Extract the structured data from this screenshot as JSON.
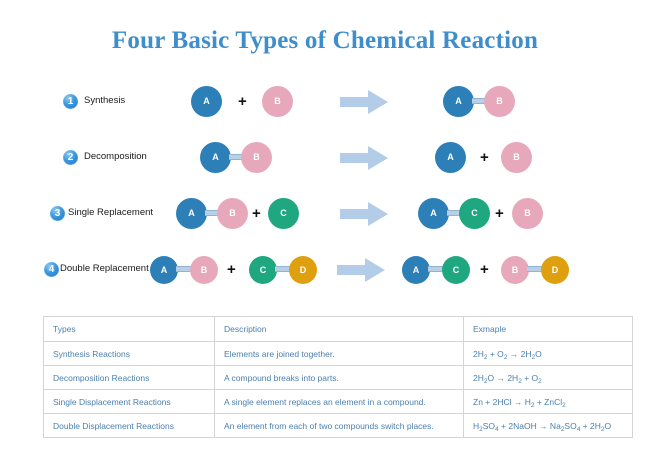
{
  "title": "Four Basic Types of Chemical Reaction",
  "colors": {
    "title": "#3e8ecc",
    "atom_a": "#2d7fb8",
    "atom_b": "#e8a8bb",
    "atom_c": "#1fa880",
    "atom_d": "#dfa010",
    "arrow": "#b3cde8",
    "bond": "#b9cfe3",
    "table_text": "#4a7fad",
    "table_border": "#d4d4d4",
    "badge": "#1b75c4"
  },
  "rows": [
    {
      "number": "1",
      "label": "Synthesis",
      "reactants": [
        "A",
        "B"
      ],
      "products": [
        "A",
        "B"
      ],
      "reactant_bonded": false,
      "product_bonded": true
    },
    {
      "number": "2",
      "label": "Decomposition",
      "reactants": [
        "A",
        "B"
      ],
      "products": [
        "A",
        "B"
      ],
      "reactant_bonded": true,
      "product_bonded": false
    },
    {
      "number": "3",
      "label": "Single Replacement",
      "reactants": [
        "A",
        "B",
        "C"
      ],
      "products": [
        "A",
        "C",
        "B"
      ],
      "reactant_bonded": true,
      "product_bonded": true
    },
    {
      "number": "4",
      "label": "Double Replacement",
      "reactants": [
        "A",
        "B",
        "C",
        "D"
      ],
      "products": [
        "A",
        "C",
        "B",
        "D"
      ],
      "reactant_bonded": true,
      "product_bonded": true
    }
  ],
  "plus": "+",
  "table": {
    "headers": [
      "Types",
      "Description",
      "Exmaple"
    ],
    "rows": [
      {
        "type": "Synthesis Reactions",
        "description": "Elements are joined together.",
        "example_parts": [
          "2H",
          "2",
          " + O",
          "2",
          " → 2H",
          "2",
          "O"
        ]
      },
      {
        "type": "Decomposition Reactions",
        "description": "A compound breaks into parts.",
        "example_parts": [
          "2H",
          "2",
          "O → 2H",
          "2",
          " + O",
          "2",
          ""
        ]
      },
      {
        "type": "Single Displacement Reactions",
        "description": "A single element replaces an element in a compound.",
        "example_parts": [
          "Zn + 2HCl → H",
          "2",
          " + ZnCl",
          "2",
          "",
          "",
          ""
        ]
      },
      {
        "type": "Double Displacement Reactions",
        "description": "An element from each of two compounds switch places.",
        "example_parts": [
          "H",
          "2",
          "SO",
          "4",
          " + 2NaOH → Na",
          "2",
          "SO",
          "4",
          " + 2H",
          "2",
          "O"
        ]
      }
    ]
  }
}
